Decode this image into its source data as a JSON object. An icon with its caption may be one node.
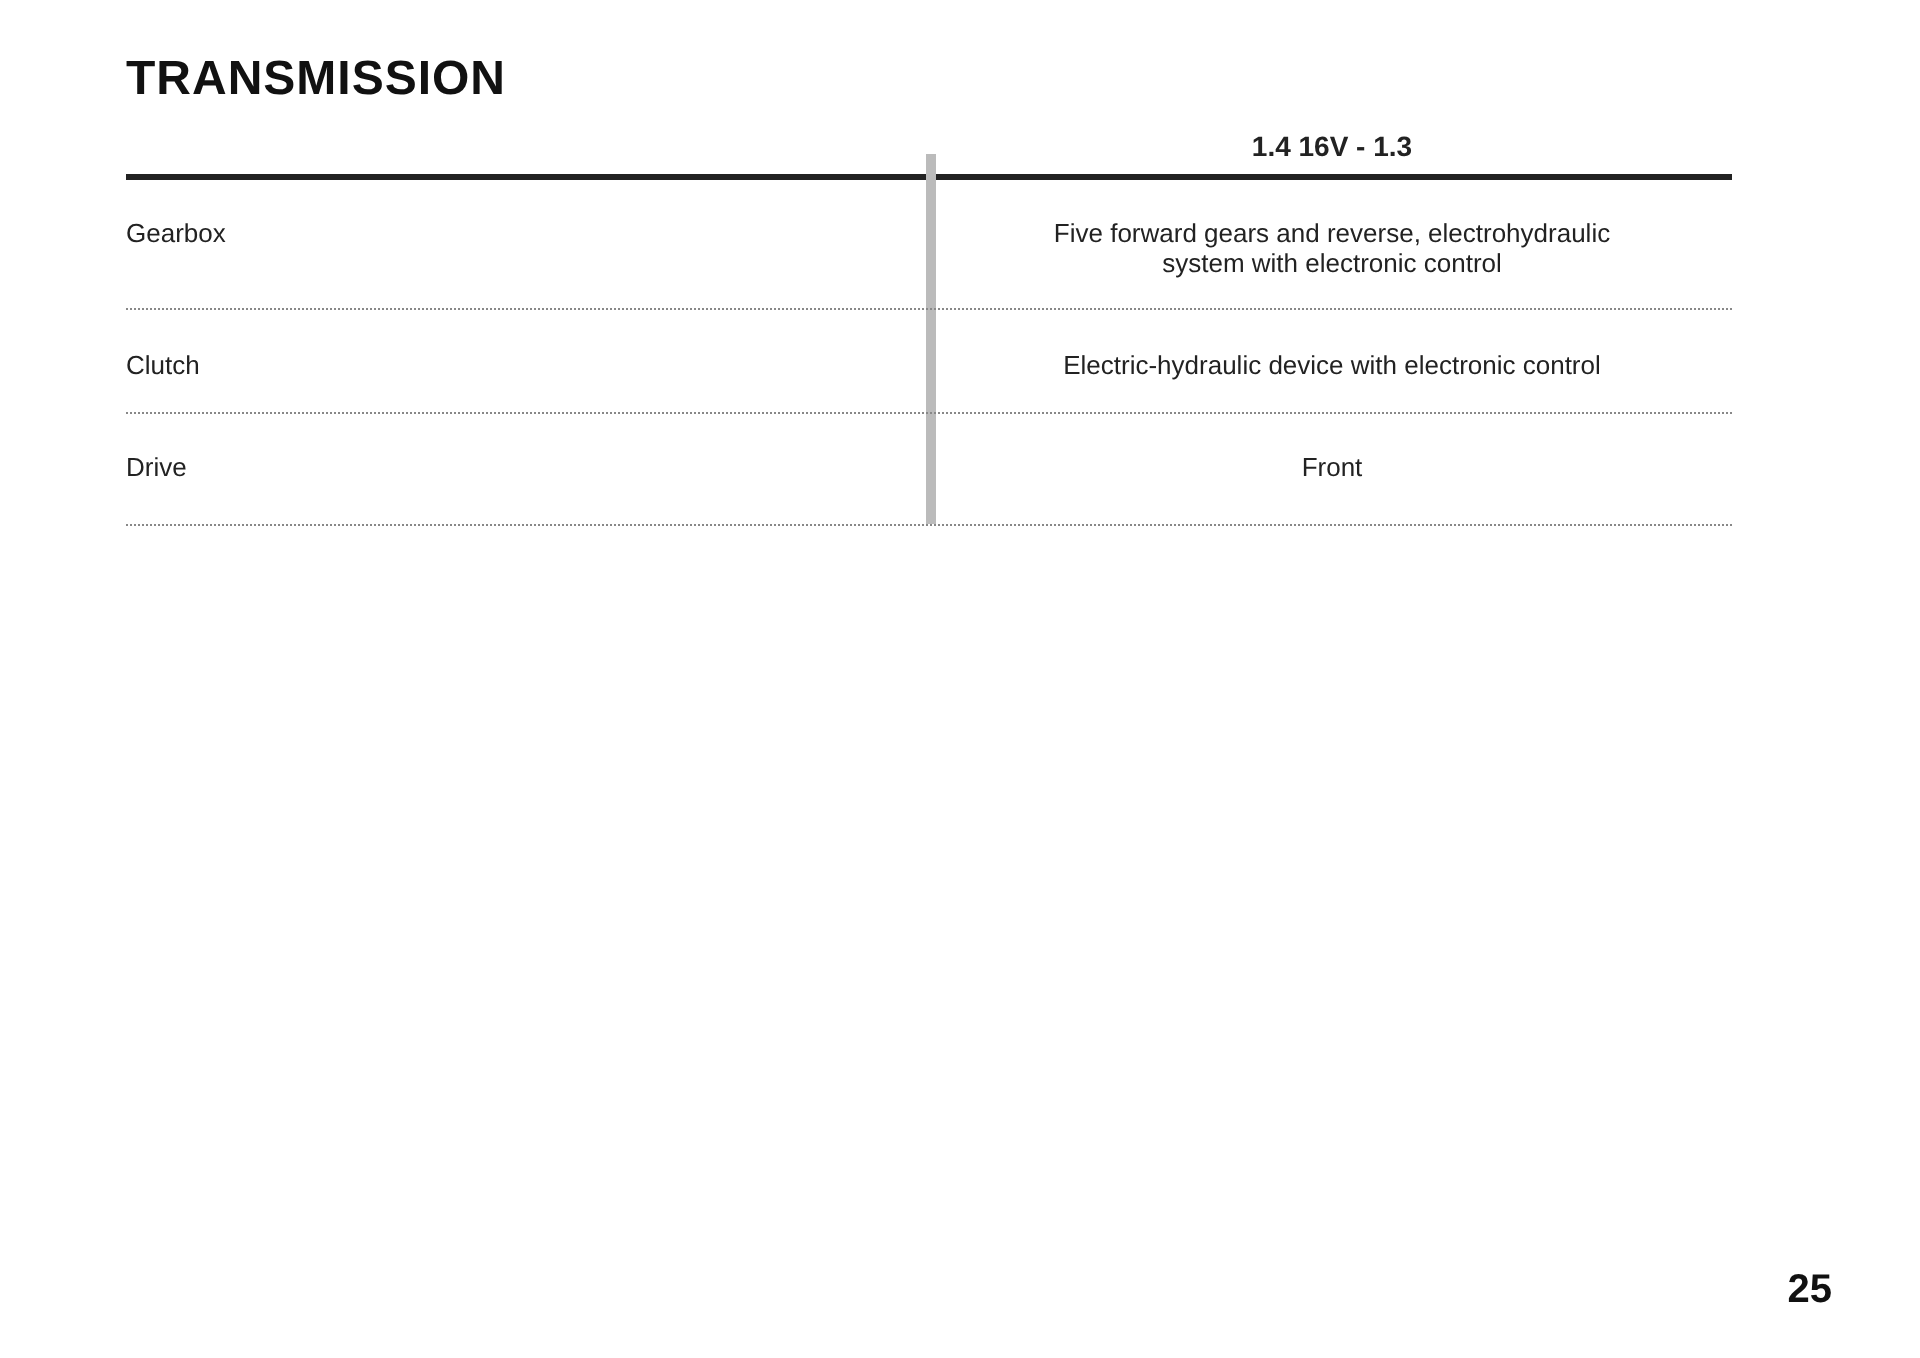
{
  "diagram": {
    "title": "TRANSMISSION",
    "labels": [
      "1.4 16V - 1.3",
      "Gearbox",
      "Five forward gears and reverse, electrohydraulic system with electronic control",
      "Clutch",
      "Electric-hydraulic device with electronic control",
      "Drive",
      "Front",
      "25"
    ]
  }
}
